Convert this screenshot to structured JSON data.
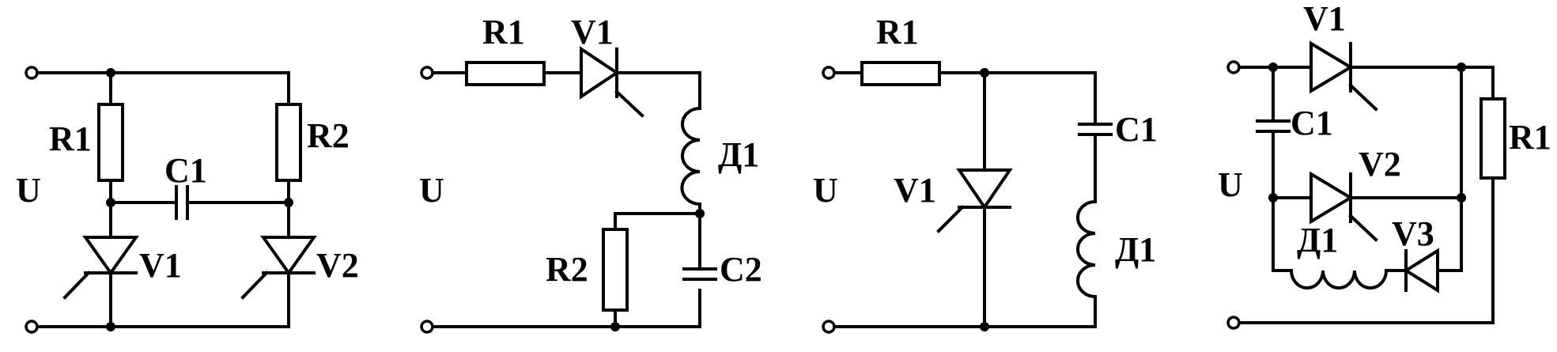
{
  "diagrams": [
    {
      "labels": {
        "source": "U",
        "r1": "R1",
        "r2": "R2",
        "c1": "C1",
        "v1": "V1",
        "v2": "V2"
      }
    },
    {
      "labels": {
        "source": "U",
        "r1": "R1",
        "v1": "V1",
        "d1": "Д1",
        "r2": "R2",
        "c2": "C2"
      }
    },
    {
      "labels": {
        "source": "U",
        "r1": "R1",
        "c1": "C1",
        "v1": "V1",
        "d1": "Д1"
      }
    },
    {
      "labels": {
        "source": "U",
        "v1": "V1",
        "c1": "C1",
        "r1": "R1",
        "v2": "V2",
        "v3": "V3",
        "d1": "Д1"
      }
    }
  ]
}
